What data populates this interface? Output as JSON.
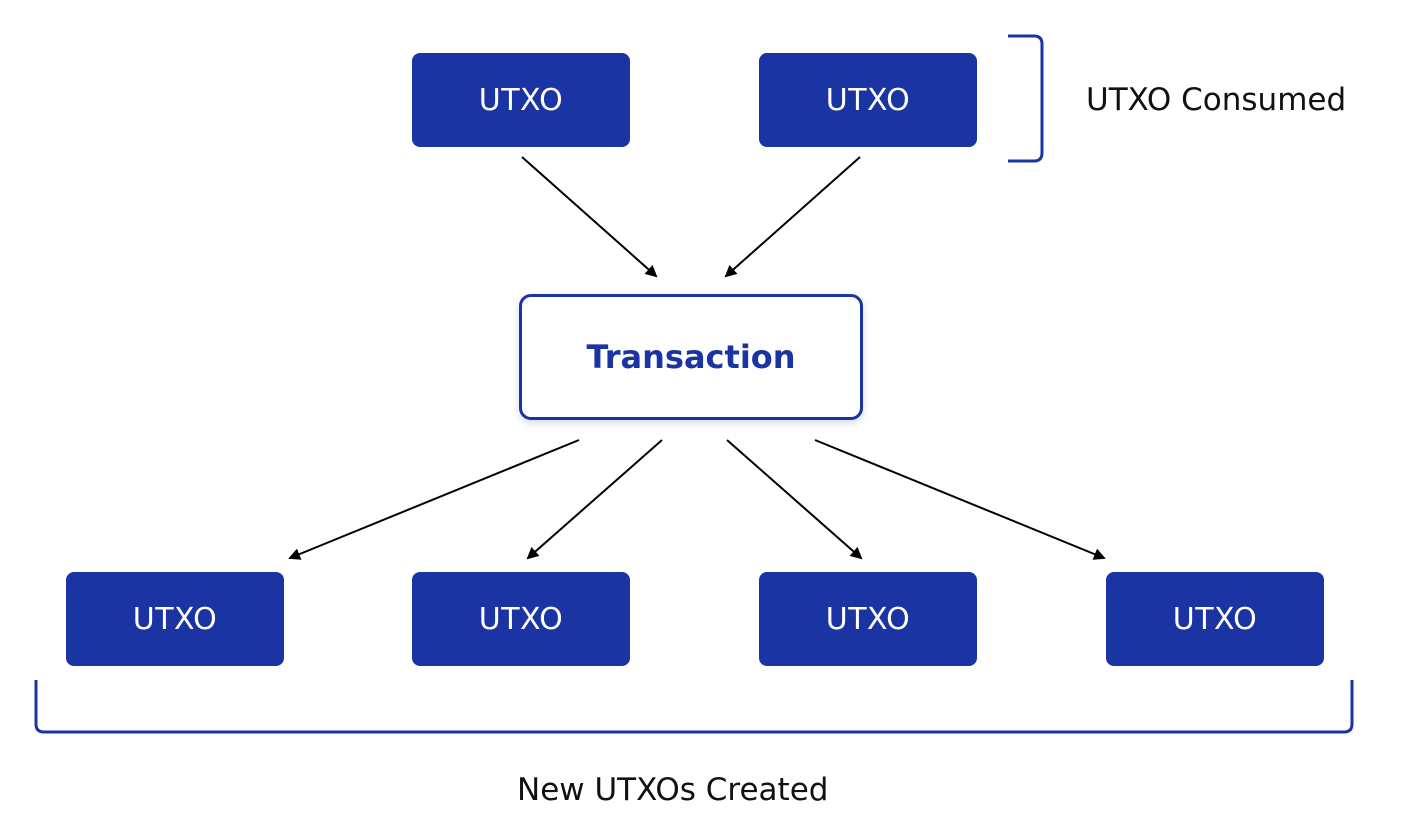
{
  "diagram": {
    "inputs": [
      "UTXO",
      "UTXO"
    ],
    "transaction_label": "Transaction",
    "outputs": [
      "UTXO",
      "UTXO",
      "UTXO",
      "UTXO"
    ],
    "consumed_label": "UTXO Consumed",
    "created_label": "New UTXOs Created"
  },
  "colors": {
    "box_fill": "#1a35a3",
    "box_text": "#ffffff",
    "transaction_border": "#1a35a3",
    "arrow": "#000000",
    "bracket": "#1a35a3"
  }
}
